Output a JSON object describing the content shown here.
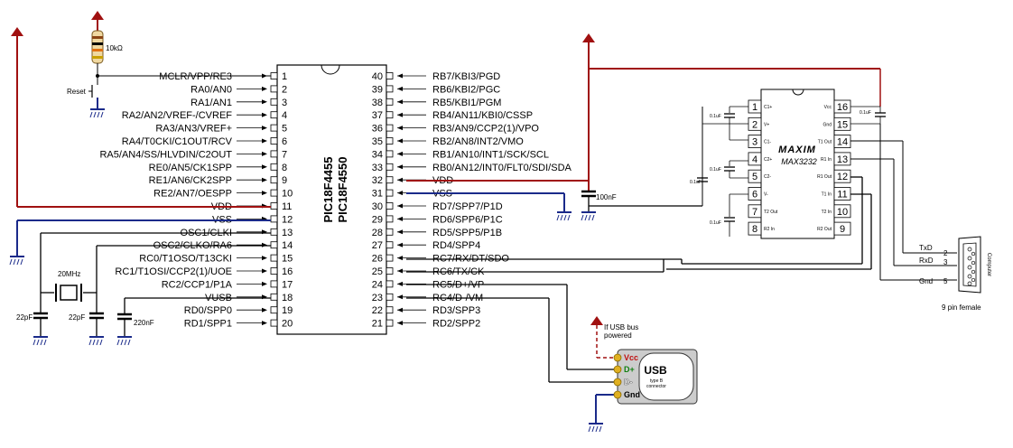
{
  "mcu": {
    "part1": "PIC18F4455",
    "part2": "PIC18F4550",
    "left_pins": [
      {
        "num": "1",
        "label": "MCLR/VPP/RE3"
      },
      {
        "num": "2",
        "label": "RA0/AN0"
      },
      {
        "num": "3",
        "label": "RA1/AN1"
      },
      {
        "num": "4",
        "label": "RA2/AN2/VREF-/CVREF"
      },
      {
        "num": "5",
        "label": "RA3/AN3/VREF+"
      },
      {
        "num": "6",
        "label": "RA4/T0CKI/C1OUT/RCV"
      },
      {
        "num": "7",
        "label": "RA5/AN4/SS/HLVDIN/C2OUT"
      },
      {
        "num": "8",
        "label": "RE0/AN5/CK1SPP"
      },
      {
        "num": "9",
        "label": "RE1/AN6/CK2SPP"
      },
      {
        "num": "10",
        "label": "RE2/AN7/OESPP"
      },
      {
        "num": "11",
        "label": "VDD"
      },
      {
        "num": "12",
        "label": "VSS"
      },
      {
        "num": "13",
        "label": "OSC1/CLKI"
      },
      {
        "num": "14",
        "label": "OSC2/CLKO/RA6"
      },
      {
        "num": "15",
        "label": "RC0/T1OSO/T13CKI"
      },
      {
        "num": "16",
        "label": "RC1/T1OSI/CCP2(1)/UOE"
      },
      {
        "num": "17",
        "label": "RC2/CCP1/P1A"
      },
      {
        "num": "18",
        "label": "VUSB"
      },
      {
        "num": "19",
        "label": "RD0/SPP0"
      },
      {
        "num": "20",
        "label": "RD1/SPP1"
      }
    ],
    "right_pins": [
      {
        "num": "40",
        "label": "RB7/KBI3/PGD"
      },
      {
        "num": "39",
        "label": "RB6/KBI2/PGC"
      },
      {
        "num": "38",
        "label": "RB5/KBI1/PGM"
      },
      {
        "num": "37",
        "label": "RB4/AN11/KBI0/CSSP"
      },
      {
        "num": "36",
        "label": "RB3/AN9/CCP2(1)/VPO"
      },
      {
        "num": "35",
        "label": "RB2/AN8/INT2/VMO"
      },
      {
        "num": "34",
        "label": "RB1/AN10/INT1/SCK/SCL"
      },
      {
        "num": "33",
        "label": "RB0/AN12/INT0/FLT0/SDI/SDA"
      },
      {
        "num": "32",
        "label": "VDD"
      },
      {
        "num": "31",
        "label": "VSS"
      },
      {
        "num": "30",
        "label": "RD7/SPP7/P1D"
      },
      {
        "num": "29",
        "label": "RD6/SPP6/P1C"
      },
      {
        "num": "28",
        "label": "RD5/SPP5/P1B"
      },
      {
        "num": "27",
        "label": "RD4/SPP4"
      },
      {
        "num": "26",
        "label": "RC7/RX/DT/SDO"
      },
      {
        "num": "25",
        "label": "RC6/TX/CK"
      },
      {
        "num": "24",
        "label": "RC5/D+/VP"
      },
      {
        "num": "23",
        "label": "RC4/D-/VM"
      },
      {
        "num": "22",
        "label": "RD3/SPP3"
      },
      {
        "num": "21",
        "label": "RD2/SPP2"
      }
    ]
  },
  "components": {
    "resistor": "10kΩ",
    "reset": "Reset",
    "crystal": "20MHz",
    "cap_osc1": "22pF",
    "cap_osc2": "22pF",
    "cap_vusb": "220nF",
    "cap_vdd": "100nF"
  },
  "max": {
    "logo": "MAXIM",
    "part": "MAX3232",
    "left_pins": [
      {
        "num": "1",
        "label": "C1+"
      },
      {
        "num": "2",
        "label": "V+"
      },
      {
        "num": "3",
        "label": "C1-"
      },
      {
        "num": "4",
        "label": "C2+"
      },
      {
        "num": "5",
        "label": "C2-"
      },
      {
        "num": "6",
        "label": "V-"
      },
      {
        "num": "7",
        "label": "T2 Out"
      },
      {
        "num": "8",
        "label": "R2 In"
      }
    ],
    "right_pins": [
      {
        "num": "16",
        "label": "Vcc"
      },
      {
        "num": "15",
        "label": "Gnd"
      },
      {
        "num": "14",
        "label": "T1 Out"
      },
      {
        "num": "13",
        "label": "R1 In"
      },
      {
        "num": "12",
        "label": "R1 Out"
      },
      {
        "num": "11",
        "label": "T1 In"
      },
      {
        "num": "10",
        "label": "T2 In"
      },
      {
        "num": "9",
        "label": "R2 Out"
      }
    ],
    "caps": [
      "0.1uF",
      "0.1uF",
      "0.1uF",
      "0.1uF",
      "0.1uF"
    ]
  },
  "serial": {
    "txd": "TxD",
    "rxd": "RxD",
    "gnd": "Gnd",
    "pin_tx": "2",
    "pin_rx": "3",
    "pin_gnd": "5",
    "computer": "Computer",
    "caption": "9 pin female"
  },
  "usb": {
    "note_line1": "If USB bus",
    "note_line2": "powered",
    "vcc": "Vcc",
    "dplus": "D+",
    "dminus": "D-",
    "gnd": "Gnd",
    "title": "USB",
    "sub1": "type B",
    "sub2": "connector"
  },
  "colors": {
    "power": "#a01010",
    "ground": "#1a2a8a",
    "wire": "#000000",
    "usb_gold": "#e0b020",
    "resistor_body": "#f0d8a0"
  }
}
